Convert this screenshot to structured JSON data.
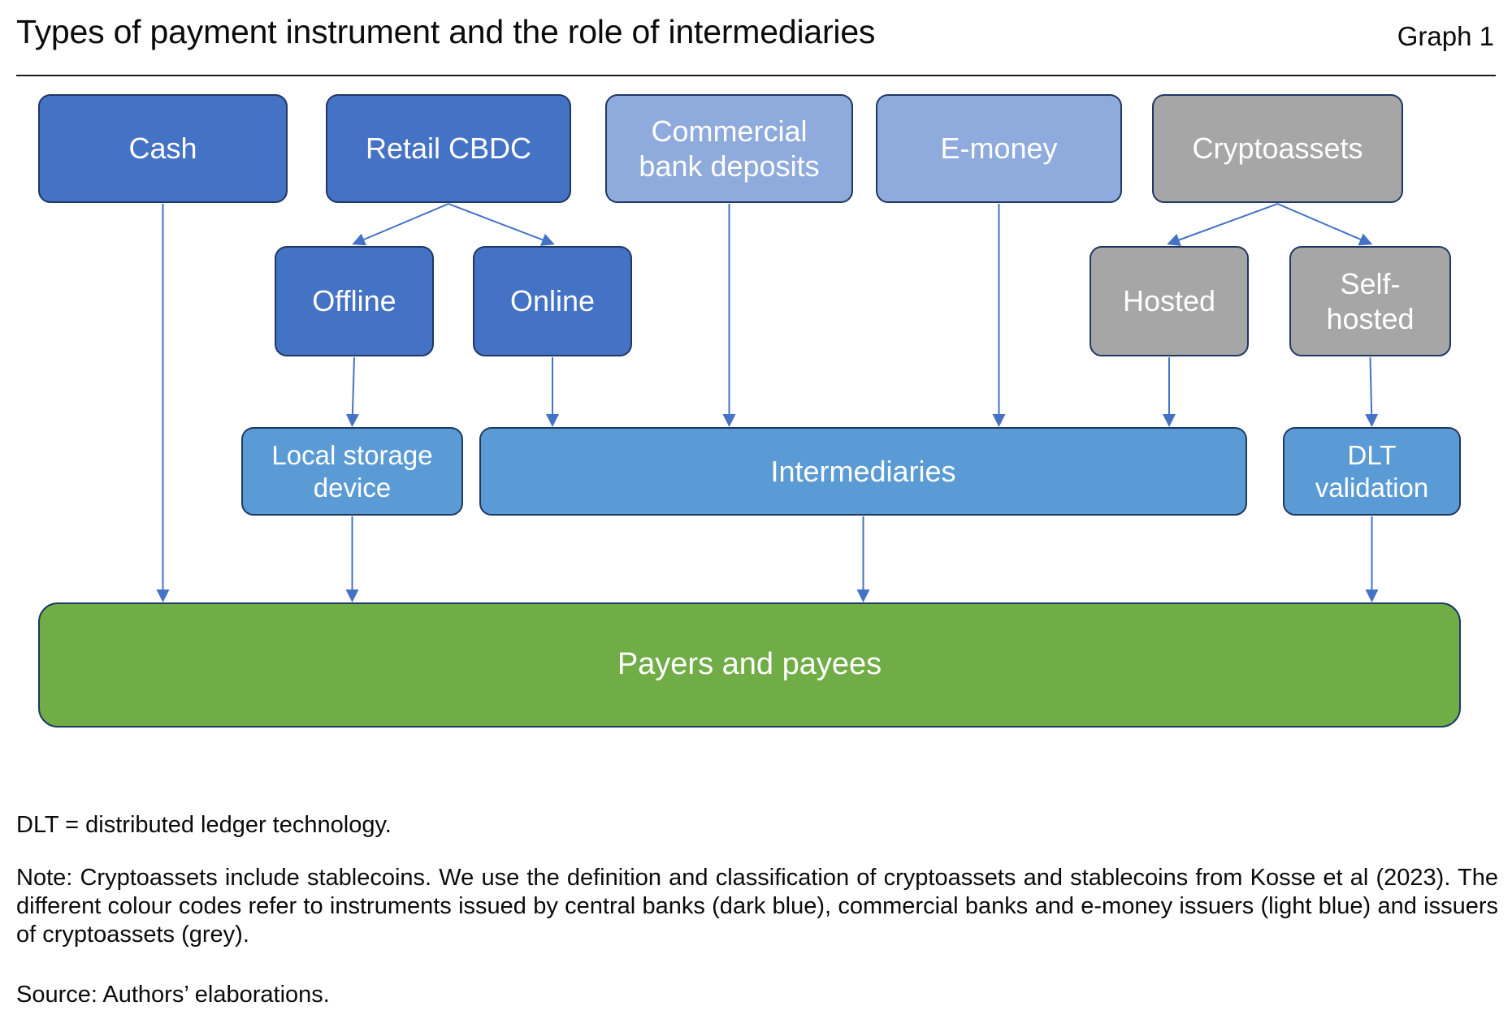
{
  "header": {
    "title": "Types of payment instrument and the role of intermediaries",
    "graph_label": "Graph 1"
  },
  "diagram": {
    "nodes": {
      "cash": {
        "label": "Cash",
        "issuer": "central bank"
      },
      "retail_cbdc": {
        "label": "Retail CBDC",
        "issuer": "central bank"
      },
      "commercial": {
        "label": "Commercial bank deposits",
        "issuer": "commercial bank / e-money issuer"
      },
      "emoney": {
        "label": "E-money",
        "issuer": "commercial bank / e-money issuer"
      },
      "cryptoassets": {
        "label": "Cryptoassets",
        "issuer": "cryptoasset issuer"
      },
      "offline": {
        "label": "Offline",
        "issuer": "central bank"
      },
      "online": {
        "label": "Online",
        "issuer": "central bank"
      },
      "hosted": {
        "label": "Hosted",
        "issuer": "cryptoasset issuer"
      },
      "self_hosted": {
        "label": "Self-hosted",
        "issuer": "cryptoasset issuer"
      },
      "local_storage": {
        "label": "Local storage device",
        "issuer": ""
      },
      "intermediaries": {
        "label": "Intermediaries",
        "issuer": ""
      },
      "dlt_validation": {
        "label": "DLT validation",
        "issuer": ""
      },
      "payers_payees": {
        "label": "Payers and payees",
        "issuer": ""
      }
    },
    "edges": [
      {
        "from": "cash",
        "to": "payers_payees"
      },
      {
        "from": "retail_cbdc",
        "to": "offline"
      },
      {
        "from": "retail_cbdc",
        "to": "online"
      },
      {
        "from": "commercial",
        "to": "intermediaries"
      },
      {
        "from": "emoney",
        "to": "intermediaries"
      },
      {
        "from": "cryptoassets",
        "to": "hosted"
      },
      {
        "from": "cryptoassets",
        "to": "self_hosted"
      },
      {
        "from": "offline",
        "to": "local_storage"
      },
      {
        "from": "online",
        "to": "intermediaries"
      },
      {
        "from": "hosted",
        "to": "intermediaries"
      },
      {
        "from": "self_hosted",
        "to": "dlt_validation"
      },
      {
        "from": "local_storage",
        "to": "payers_payees"
      },
      {
        "from": "intermediaries",
        "to": "payers_payees"
      },
      {
        "from": "dlt_validation",
        "to": "payers_payees"
      }
    ]
  },
  "colors": {
    "central_bank_dark_blue": "#4472C4",
    "commercial_light_blue": "#8FAADC",
    "cryptoasset_grey": "#A6A6A6",
    "infrastructure_mid_blue": "#5B9BD5",
    "end_users_green": "#70AD47",
    "box_border_navy": "#1F3864",
    "arrow_blue": "#4472C4"
  },
  "footer": {
    "dlt_note": "DLT = distributed ledger technology.",
    "note": "Note: Cryptoassets include stablecoins. We use the definition and classification of cryptoassets and stablecoins from Kosse et al (2023). The different colour codes refer to instruments issued by central banks (dark blue), commercial banks and e-money issuers (light blue) and issuers of cryptoassets (grey).",
    "source": "Source: Authors’ elaborations."
  }
}
